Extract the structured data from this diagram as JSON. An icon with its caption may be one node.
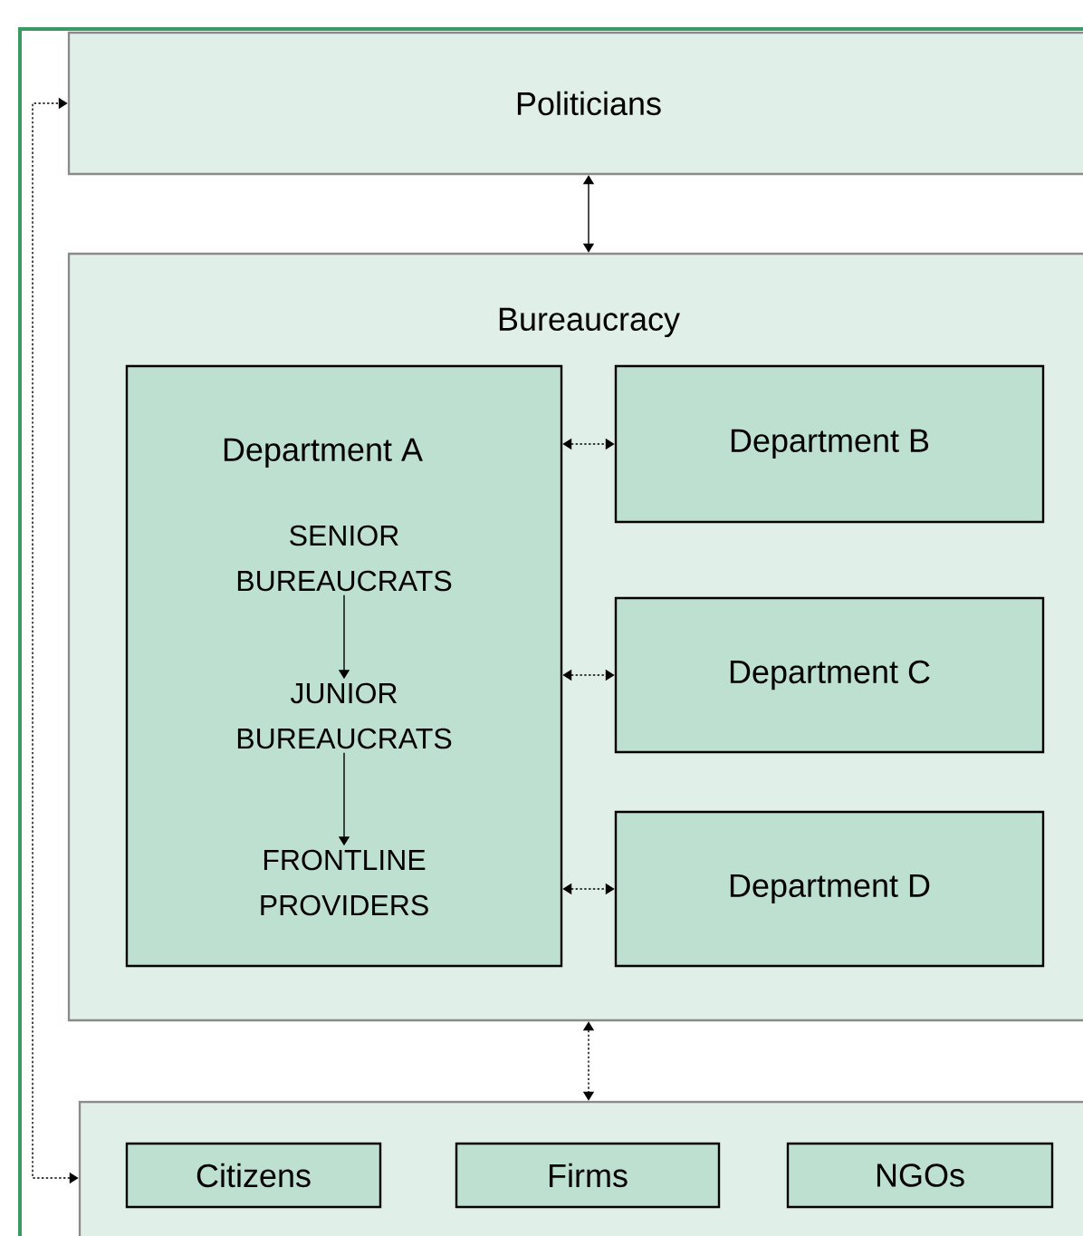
{
  "diagram": {
    "nodes": [
      {
        "text": [
          "Politicians"
        ]
      },
      {
        "text": [
          "Bureaucracy"
        ]
      },
      {
        "text": [
          "Department A"
        ],
        "in": 1
      },
      {
        "text": [
          "SENIOR BUREAUCRATS"
        ],
        "in": 2
      },
      {
        "text": [
          "JUNIOR BUREAUCRATS"
        ],
        "in": 2
      },
      {
        "text": [
          "FRONTLINE PROVIDERS"
        ],
        "in": 2
      },
      {
        "text": [
          "Department B"
        ],
        "in": 1
      },
      {
        "text": [
          "Department C"
        ],
        "in": 1
      },
      {
        "text": [
          "Department D"
        ],
        "in": 1
      },
      {
        "text": [],
        "shape": "box"
      },
      {
        "text": [
          "Citizens"
        ],
        "in": 9
      },
      {
        "text": [
          "Firms"
        ],
        "in": 9
      },
      {
        "text": [
          "NGOs"
        ],
        "in": 9
      }
    ],
    "edges": [
      {
        "from": 0,
        "to": 1,
        "arrow": "both"
      },
      {
        "from": 3,
        "to": 4,
        "arrow": "to"
      },
      {
        "from": 4,
        "to": 5,
        "arrow": "to"
      },
      {
        "from": 2,
        "to": 6,
        "arrow": "both",
        "style": "dashed"
      },
      {
        "from": 2,
        "to": 7,
        "arrow": "both",
        "style": "dashed"
      },
      {
        "from": 2,
        "to": 8,
        "arrow": "both",
        "style": "dashed"
      },
      {
        "from": 1,
        "to": 9,
        "arrow": "both",
        "style": "dashed"
      },
      {
        "from": 9,
        "to": 0,
        "arrow": "both",
        "style": "dashed"
      }
    ]
  }
}
